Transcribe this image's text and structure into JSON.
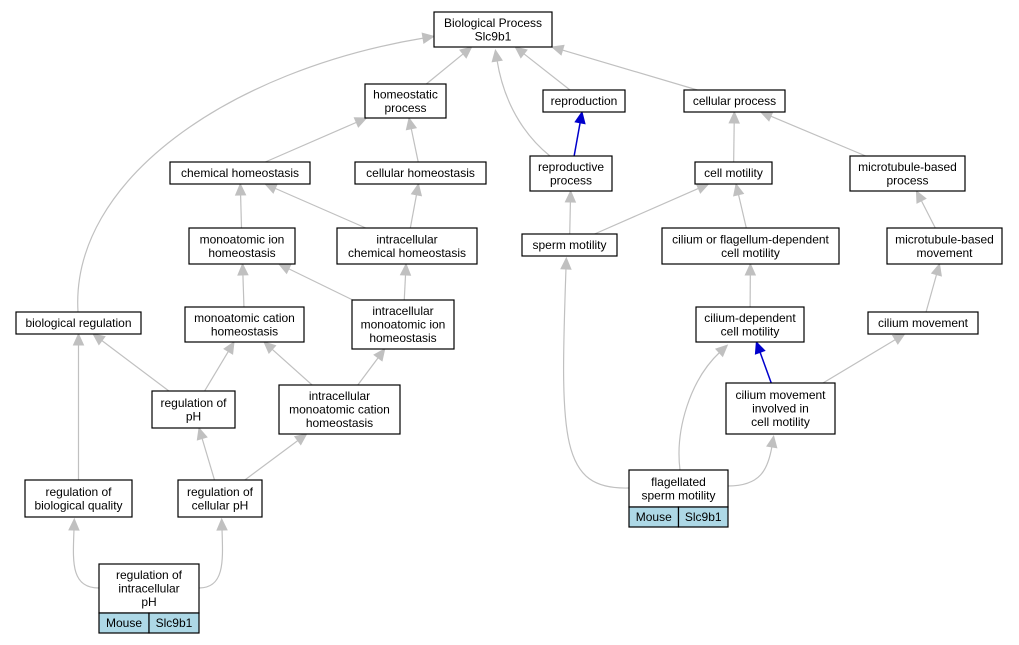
{
  "nodes": {
    "bp": [
      "Biological Process",
      "Slc9b1"
    ],
    "homeostatic": [
      "homeostatic",
      "process"
    ],
    "reproduction": [
      "reproduction"
    ],
    "cellular_process": [
      "cellular process"
    ],
    "chemical_homeostasis": [
      "chemical homeostasis"
    ],
    "cellular_homeostasis": [
      "cellular homeostasis"
    ],
    "reproductive_process": [
      "reproductive",
      "process"
    ],
    "cell_motility": [
      "cell motility"
    ],
    "mt_process": [
      "microtubule-based",
      "process"
    ],
    "ion_homeostasis": [
      "monoatomic ion",
      "homeostasis"
    ],
    "intra_chem_homeostasis": [
      "intracellular",
      "chemical homeostasis"
    ],
    "sperm_motility": [
      "sperm motility"
    ],
    "cilium_flag_motility": [
      "cilium or flagellum-dependent",
      "cell motility"
    ],
    "mt_movement": [
      "microtubule-based",
      "movement"
    ],
    "bio_regulation": [
      "biological regulation"
    ],
    "cation_homeostasis": [
      "monoatomic cation",
      "homeostasis"
    ],
    "intra_ion_homeostasis": [
      "intracellular",
      "monoatomic ion",
      "homeostasis"
    ],
    "cilium_dep_motility": [
      "cilium-dependent",
      "cell motility"
    ],
    "cilium_movement": [
      "cilium movement"
    ],
    "reg_ph": [
      "regulation of",
      "pH"
    ],
    "intra_cation_homeostasis": [
      "intracellular",
      "monoatomic cation",
      "homeostasis"
    ],
    "cilium_mov_motility": [
      "cilium movement",
      "involved in",
      "cell motility"
    ],
    "reg_bio_quality": [
      "regulation of",
      "biological quality"
    ],
    "reg_cell_ph": [
      "regulation of",
      "cellular pH"
    ],
    "flag_sperm_motility": [
      "flagellated",
      "sperm motility"
    ],
    "reg_intra_ph": [
      "regulation of",
      "intracellular",
      "pH"
    ]
  },
  "annotations": {
    "flag_sperm_motility": [
      "Mouse",
      "Slc9b1"
    ],
    "reg_intra_ph": [
      "Mouse",
      "Slc9b1"
    ]
  },
  "colors": {
    "edge": "#c0c0c0",
    "edge_strong": "#0000cc",
    "annotation_fill": "#add8e6"
  }
}
